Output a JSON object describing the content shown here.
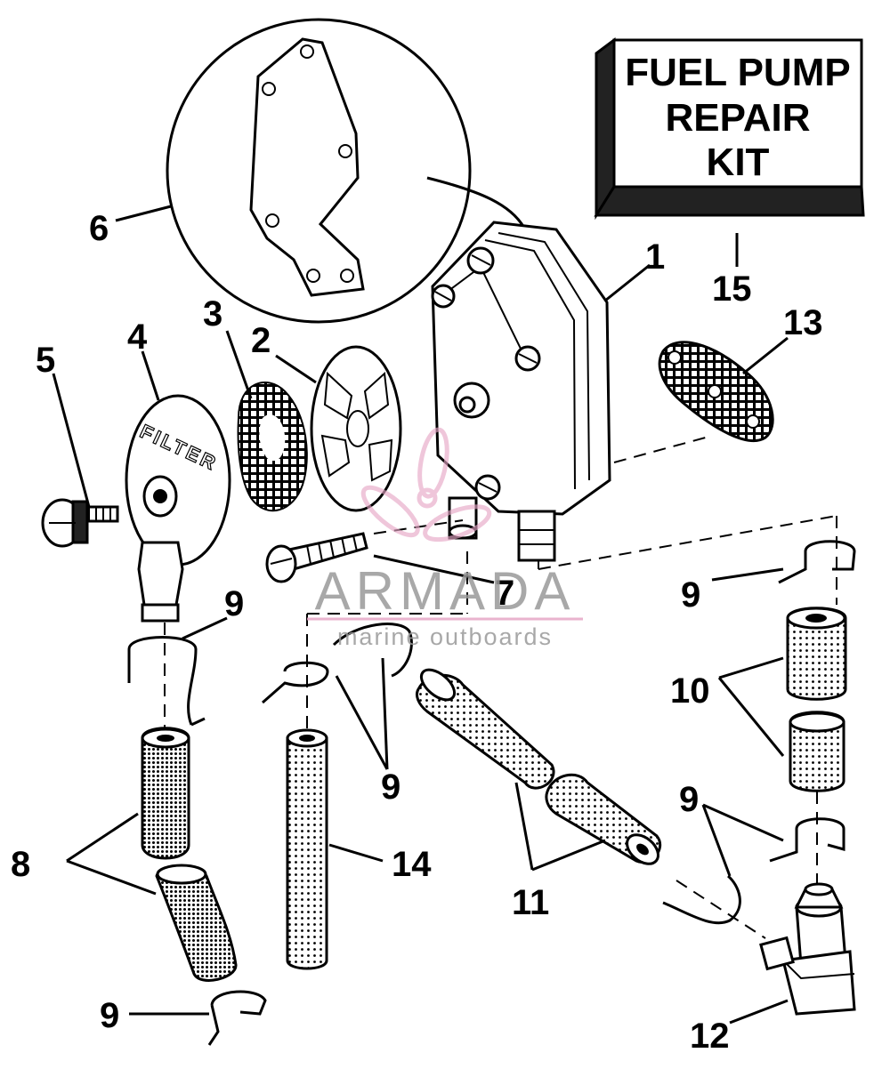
{
  "kit": {
    "lines": [
      "FUEL PUMP",
      "REPAIR",
      "KIT"
    ]
  },
  "filter_text": "FILTER",
  "watermark": {
    "brand": "ARMADA",
    "tagline": "marine outboards"
  },
  "callouts": {
    "c1": "1",
    "c2": "2",
    "c3": "3",
    "c4": "4",
    "c5": "5",
    "c6": "6",
    "c7": "7",
    "c8": "8",
    "c9a": "9",
    "c9b": "9",
    "c9c": "9",
    "c9d": "9",
    "c9e": "9",
    "c10": "10",
    "c11": "11",
    "c12": "12",
    "c13": "13",
    "c14": "14",
    "c15": "15"
  },
  "colors": {
    "line": "#000000",
    "watermark_gray": "#9a9a9a",
    "watermark_pink": "#e6a6c6"
  }
}
